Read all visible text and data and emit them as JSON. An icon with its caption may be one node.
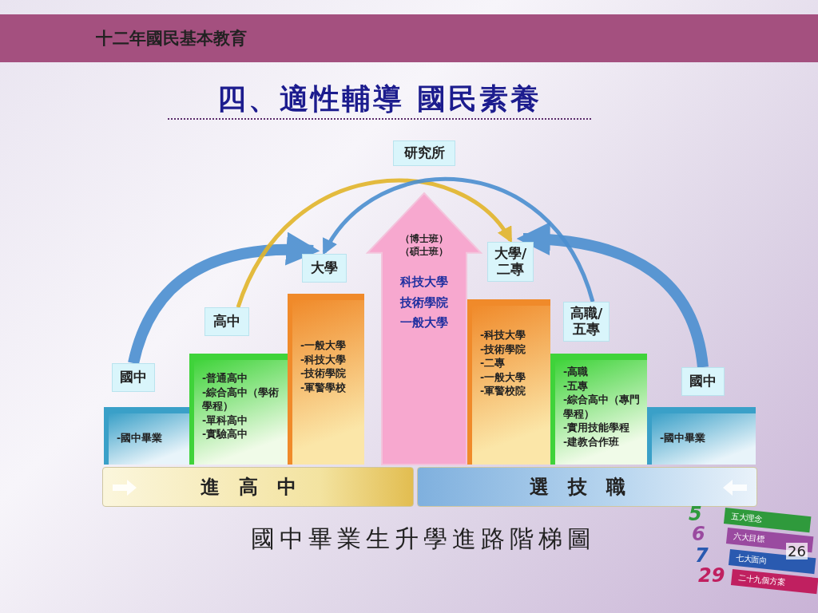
{
  "diagram": {
    "title": "四、適性輔導 國民素養",
    "caption": "國中畢業生升學進路階梯圖",
    "nodes": [
      {
        "text": [
          "研究所"
        ]
      },
      {
        "text": [
          "（博士班）",
          "（碩士班）",
          "科技大學",
          "技術學院",
          "一般大學"
        ]
      },
      {
        "text": [
          "大學"
        ]
      },
      {
        "text": [
          "-一般大學",
          "-科技大學",
          "-技術學院",
          "-軍警學校"
        ]
      },
      {
        "text": [
          "高中"
        ]
      },
      {
        "text": [
          "-普通高中",
          "-綜合高中（學術學程）",
          "-單科高中",
          "-實驗高中"
        ]
      },
      {
        "text": [
          "國中"
        ]
      },
      {
        "text": [
          "-國中畢業"
        ]
      },
      {
        "text": [
          "大學/二專"
        ]
      },
      {
        "text": [
          "-科技大學",
          "-技術學院",
          "-二專",
          "-一般大學",
          "-軍警校院"
        ]
      },
      {
        "text": [
          "高職/五專"
        ]
      },
      {
        "text": [
          "-高職",
          "-五專",
          "-綜合高中（專門學程）",
          "-實用技能學程",
          "-建教合作班"
        ]
      },
      {
        "text": [
          "國中"
        ]
      },
      {
        "text": [
          "-國中畢業"
        ]
      },
      {
        "text": [
          "進高中"
        ]
      },
      {
        "text": [
          "選技職"
        ]
      }
    ],
    "edges": [
      {
        "from": 6,
        "to": 2,
        "arrow": "to",
        "style": "thick"
      },
      {
        "from": 4,
        "to": 8,
        "arrow": "to",
        "color": "#e2b52a"
      },
      {
        "from": 10,
        "to": 2,
        "arrow": "to"
      },
      {
        "from": 12,
        "to": 8,
        "arrow": "to",
        "style": "thick"
      }
    ],
    "labels": [
      "十二年國民基本教育",
      "5",
      "五大理念",
      "6",
      "六大目標",
      "7",
      "七大面向",
      "29",
      "二十九個方案",
      "26"
    ]
  }
}
